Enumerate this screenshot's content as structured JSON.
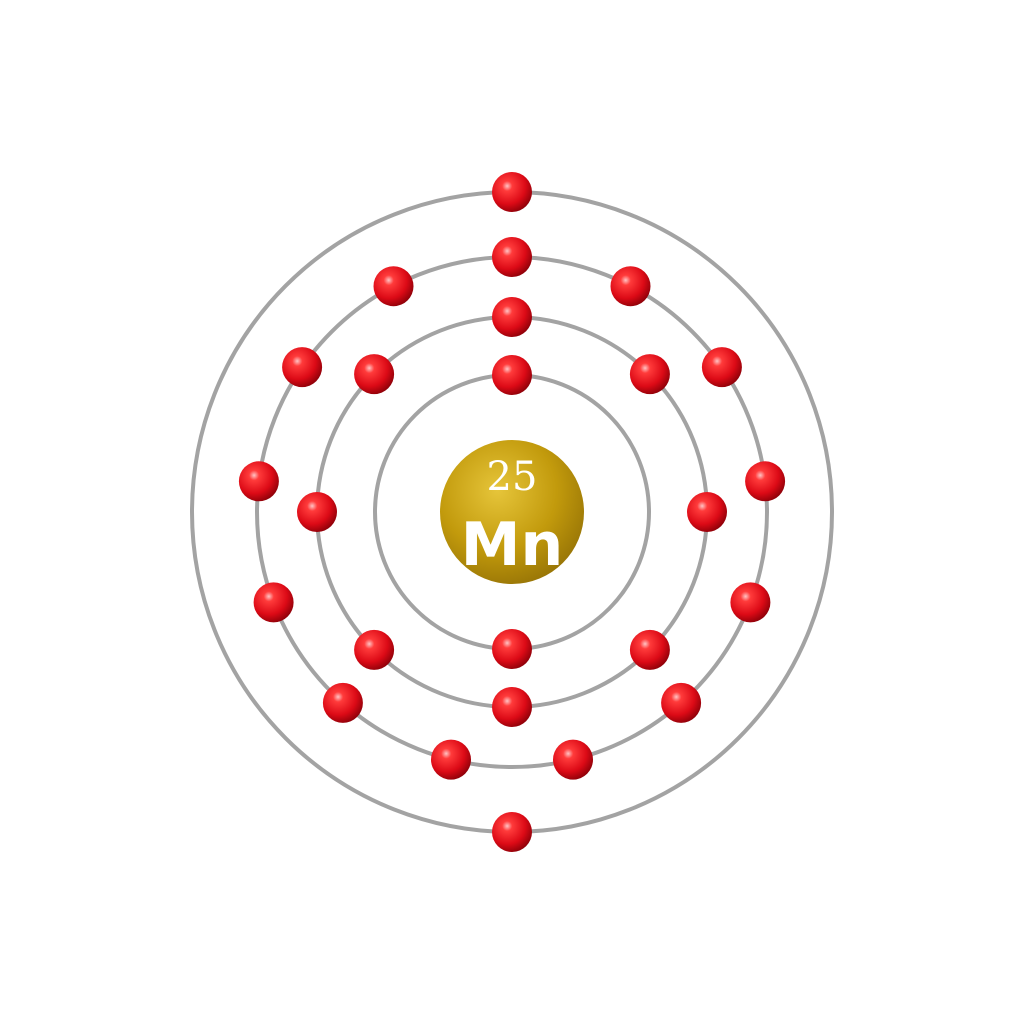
{
  "element": {
    "atomic_number": "25",
    "symbol": "Mn"
  },
  "shells": [
    {
      "electrons": 2
    },
    {
      "electrons": 8
    },
    {
      "electrons": 13
    },
    {
      "electrons": 2
    }
  ],
  "colors": {
    "background": "#ffffff",
    "shell": "#a3a3a3",
    "electron": "#e0001b",
    "nucleus": "#c9a00f"
  }
}
